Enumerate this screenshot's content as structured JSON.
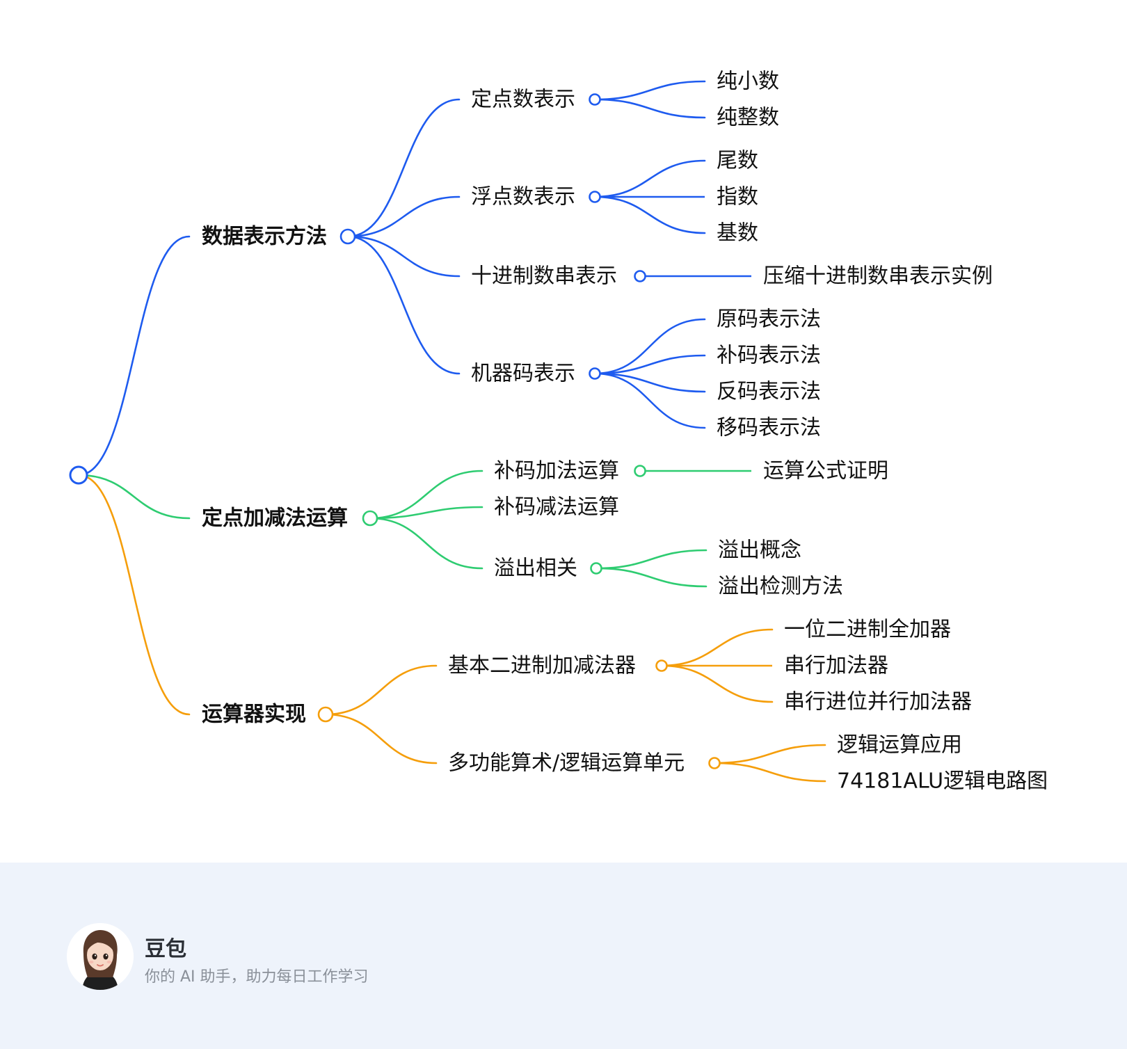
{
  "colors": {
    "blue": "#1e5bef",
    "green": "#2ecc71",
    "orange": "#f59e0b",
    "text": "#111111"
  },
  "mindmap": {
    "branches": [
      {
        "label": "数据表示方法",
        "color": "blue",
        "children": [
          {
            "label": "定点数表示",
            "children": [
              "纯小数",
              "纯整数"
            ]
          },
          {
            "label": "浮点数表示",
            "children": [
              "尾数",
              "指数",
              "基数"
            ]
          },
          {
            "label": "十进制数串表示",
            "children": [
              "压缩十进制数串表示实例"
            ]
          },
          {
            "label": "机器码表示",
            "children": [
              "原码表示法",
              "补码表示法",
              "反码表示法",
              "移码表示法"
            ]
          }
        ]
      },
      {
        "label": "定点加减法运算",
        "color": "green",
        "children": [
          {
            "label": "补码加法运算",
            "children": [
              "运算公式证明"
            ]
          },
          {
            "label": "补码减法运算",
            "children": []
          },
          {
            "label": "溢出相关",
            "children": [
              "溢出概念",
              "溢出检测方法"
            ]
          }
        ]
      },
      {
        "label": "运算器实现",
        "color": "orange",
        "children": [
          {
            "label": "基本二进制加减法器",
            "children": [
              "一位二进制全加器",
              "串行加法器",
              "串行进位并行加法器"
            ]
          },
          {
            "label": "多功能算术/逻辑运算单元",
            "children": [
              "逻辑运算应用",
              "74181ALU逻辑电路图"
            ]
          }
        ]
      }
    ]
  },
  "footer": {
    "brand_name": "豆包",
    "tagline": "你的 AI 助手，助力每日工作学习",
    "avatar_icon": "avatar-icon"
  }
}
